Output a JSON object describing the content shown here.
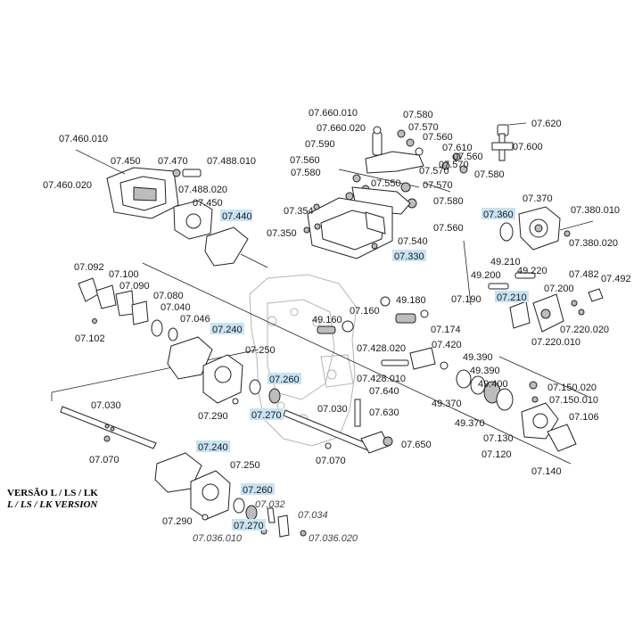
{
  "labels": [
    {
      "text": "07.660.010"
    },
    {
      "text": "07.580"
    },
    {
      "text": "07.660.020"
    },
    {
      "text": "07.570"
    },
    {
      "text": "07.620"
    },
    {
      "text": "07.590"
    },
    {
      "text": "07.560"
    },
    {
      "text": "07.610"
    },
    {
      "text": "07.600"
    },
    {
      "text": "07.460.010"
    },
    {
      "text": "07.560"
    },
    {
      "text": "07.570"
    },
    {
      "text": "07.580"
    },
    {
      "text": "07.560"
    },
    {
      "text": "07.450"
    },
    {
      "text": "07.470"
    },
    {
      "text": "07.488.010"
    },
    {
      "text": "07.570"
    },
    {
      "text": "07.550"
    },
    {
      "text": "07.580"
    },
    {
      "text": "07.570"
    },
    {
      "text": "07.460.020"
    },
    {
      "text": "07.488.020"
    },
    {
      "text": "07.580"
    },
    {
      "text": "07.450"
    },
    {
      "text": "07.370"
    },
    {
      "text": "07.354"
    },
    {
      "text": "07.380.010"
    },
    {
      "text": "07.560"
    },
    {
      "text": "07.350"
    },
    {
      "text": "07.540"
    },
    {
      "text": "07.380.020"
    },
    {
      "text": "49.210"
    },
    {
      "text": "07.092"
    },
    {
      "text": "49.200"
    },
    {
      "text": "49.220"
    },
    {
      "text": "07.482"
    },
    {
      "text": "07.100"
    },
    {
      "text": "07.492"
    },
    {
      "text": "07.090"
    },
    {
      "text": "07.200"
    },
    {
      "text": "07.080"
    },
    {
      "text": "49.180"
    },
    {
      "text": "07.190"
    },
    {
      "text": "07.040"
    },
    {
      "text": "07.160"
    },
    {
      "text": "07.046"
    },
    {
      "text": "49.160"
    },
    {
      "text": "07.220.020"
    },
    {
      "text": "07.102"
    },
    {
      "text": "07.174"
    },
    {
      "text": "07.220.010"
    },
    {
      "text": "07.428.020"
    },
    {
      "text": "07.420"
    },
    {
      "text": "07.250"
    },
    {
      "text": "49.390"
    },
    {
      "text": "07.428.010"
    },
    {
      "text": "49.390"
    },
    {
      "text": "07.640"
    },
    {
      "text": "49.400"
    },
    {
      "text": "07.150.020"
    },
    {
      "text": "07.030"
    },
    {
      "text": "49.370"
    },
    {
      "text": "07.150.010"
    },
    {
      "text": "07.290"
    },
    {
      "text": "07.030"
    },
    {
      "text": "07.630"
    },
    {
      "text": "07.106"
    },
    {
      "text": "49.370"
    },
    {
      "text": "07.130"
    },
    {
      "text": "07.070"
    },
    {
      "text": "07.650"
    },
    {
      "text": "07.120"
    },
    {
      "text": "07.250"
    },
    {
      "text": "07.070"
    },
    {
      "text": "07.140"
    },
    {
      "text": "07.290"
    }
  ],
  "highlighted_labels": [
    {
      "text": "07.440"
    },
    {
      "text": "07.360"
    },
    {
      "text": "07.330"
    },
    {
      "text": "07.210"
    },
    {
      "text": "07.240"
    },
    {
      "text": "07.260"
    },
    {
      "text": "07.270"
    },
    {
      "text": "07.240"
    },
    {
      "text": "07.260"
    },
    {
      "text": "07.270"
    }
  ],
  "variant_labels": [
    {
      "text": "07.032"
    },
    {
      "text": "07.034"
    },
    {
      "text": "07.036.010"
    },
    {
      "text": "07.036.020"
    }
  ],
  "version_note": {
    "line1": "VERSÃO L / LS / LK",
    "line2": "L / LS / LK VERSION"
  },
  "colors": {
    "highlight": "#c8e3f2",
    "ink": "#222222",
    "ghost": "#b5b5b5"
  }
}
